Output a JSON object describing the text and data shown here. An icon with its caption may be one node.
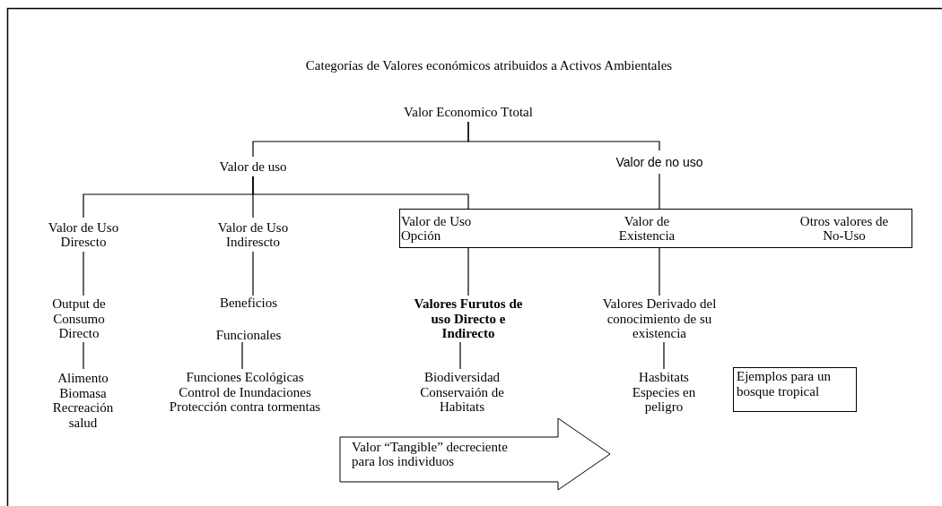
{
  "diagram": {
    "title": "Categorías de Valores económicos atribuidos a Activos Ambientales",
    "nodes": [
      {
        "text": [
          "Valor Economico Ttotal"
        ]
      },
      {
        "text": [
          "Valor de uso"
        ]
      },
      {
        "text": [
          "Valor de no uso"
        ]
      },
      {
        "text": [
          "Valor de Uso Direscto"
        ]
      },
      {
        "text": [
          "Valor de Uso Indirescto"
        ]
      },
      {
        "text": [],
        "shape": "box"
      },
      {
        "text": [
          "Valor de Uso Opción"
        ],
        "in": 5
      },
      {
        "text": [
          "Valor de Existencia"
        ],
        "in": 5
      },
      {
        "text": [
          "Otros valores de No-Uso"
        ],
        "in": 5
      },
      {
        "text": [
          "Output de Consumo Directo"
        ]
      },
      {
        "text": [
          "Beneficios",
          "Funcionales"
        ]
      },
      {
        "text": [
          "Valores Furutos de uso Directo e Indirecto"
        ]
      },
      {
        "text": [
          "Valores Derivado del conocimiento de su existencia"
        ]
      },
      {
        "text": [
          "Alimento",
          "Biomasa",
          "Recreación",
          "salud"
        ]
      },
      {
        "text": [
          "Funciones Ecológicas",
          "Control de Inundaciones",
          "Protección contra tormentas"
        ]
      },
      {
        "text": [
          "Biodiversidad",
          "Conservaión de Habitats"
        ]
      },
      {
        "text": [
          "Hasbitats",
          "Especies en peligro"
        ]
      },
      {
        "text": [
          "Ejemplos para un bosque tropical"
        ]
      },
      {
        "text": [
          "Valor “Tangible” decreciente para los individuos"
        ]
      }
    ],
    "edges": [
      {
        "from": 0,
        "to": 1,
        "arrow": "none"
      },
      {
        "from": 0,
        "to": 2,
        "arrow": "none"
      },
      {
        "from": 1,
        "to": 3,
        "arrow": "none"
      },
      {
        "from": 1,
        "to": 4,
        "arrow": "none"
      },
      {
        "from": 1,
        "to": 6,
        "arrow": "none"
      },
      {
        "from": 2,
        "to": 7,
        "arrow": "none"
      },
      {
        "from": 3,
        "to": 9,
        "arrow": "none"
      },
      {
        "from": 4,
        "to": 10,
        "arrow": "none"
      },
      {
        "from": 6,
        "to": 11,
        "arrow": "none"
      },
      {
        "from": 7,
        "to": 12,
        "arrow": "none"
      },
      {
        "from": 9,
        "to": 13,
        "arrow": "none"
      },
      {
        "from": 10,
        "to": 14,
        "arrow": "none"
      },
      {
        "from": 11,
        "to": 15,
        "arrow": "none"
      },
      {
        "from": 12,
        "to": 16,
        "arrow": "none"
      }
    ]
  }
}
